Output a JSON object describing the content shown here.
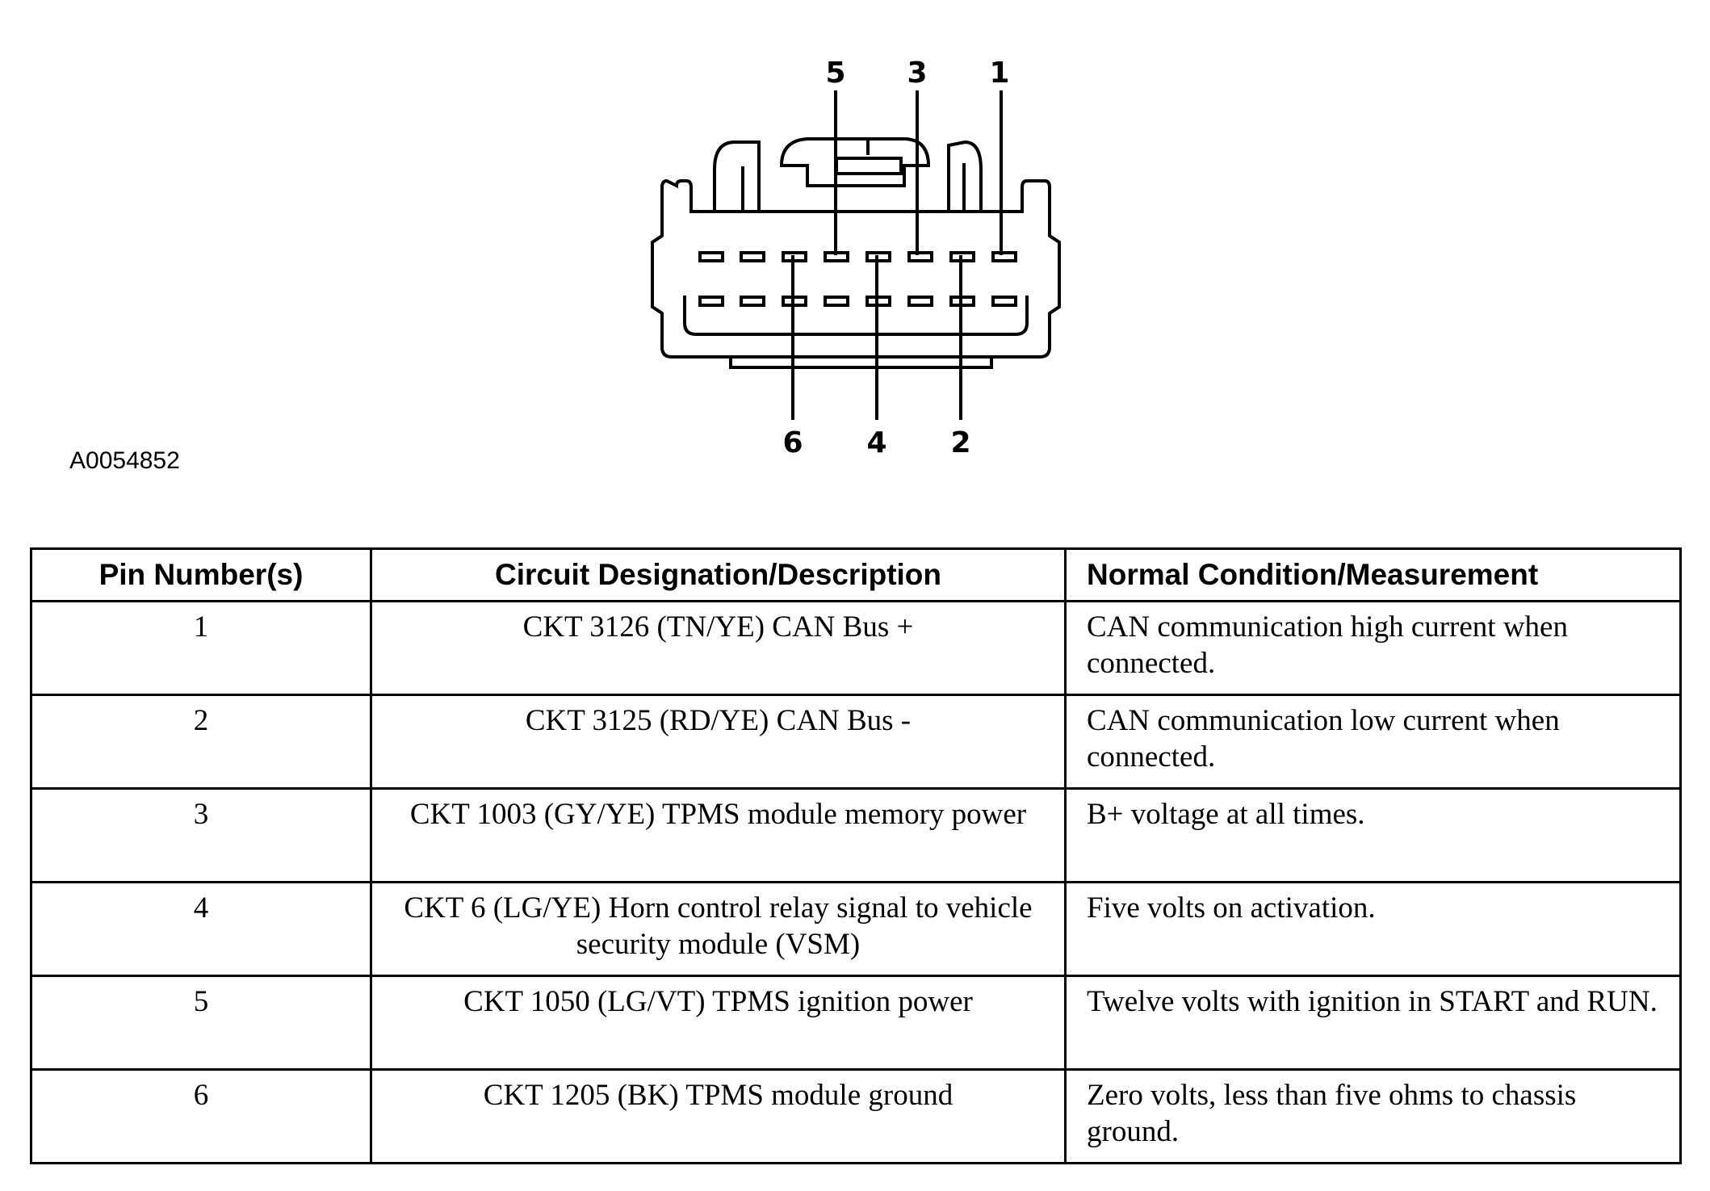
{
  "diagram": {
    "figure_id": "A0054852",
    "top_pin_labels": [
      "5",
      "3",
      "1"
    ],
    "bottom_pin_labels": [
      "6",
      "4",
      "2"
    ]
  },
  "table": {
    "headers": [
      "Pin Number(s)",
      "Circuit Designation/Description",
      "Normal Condition/Measurement"
    ],
    "rows": [
      {
        "pin": "1",
        "circuit": "CKT 3126 (TN/YE) CAN Bus +",
        "condition": "CAN communication high current when connected."
      },
      {
        "pin": "2",
        "circuit": "CKT 3125 (RD/YE) CAN Bus -",
        "condition": "CAN communication low current when connected."
      },
      {
        "pin": "3",
        "circuit": "CKT 1003 (GY/YE) TPMS module memory power",
        "condition": "B+ voltage at all times."
      },
      {
        "pin": "4",
        "circuit": "CKT 6 (LG/YE) Horn control relay signal to vehicle security module (VSM)",
        "condition": "Five volts on activation."
      },
      {
        "pin": "5",
        "circuit": "CKT 1050 (LG/VT) TPMS ignition power",
        "condition": "Twelve volts with ignition in START and RUN."
      },
      {
        "pin": "6",
        "circuit": "CKT 1205 (BK) TPMS module ground",
        "condition": "Zero volts, less than five ohms to chassis ground."
      }
    ]
  }
}
